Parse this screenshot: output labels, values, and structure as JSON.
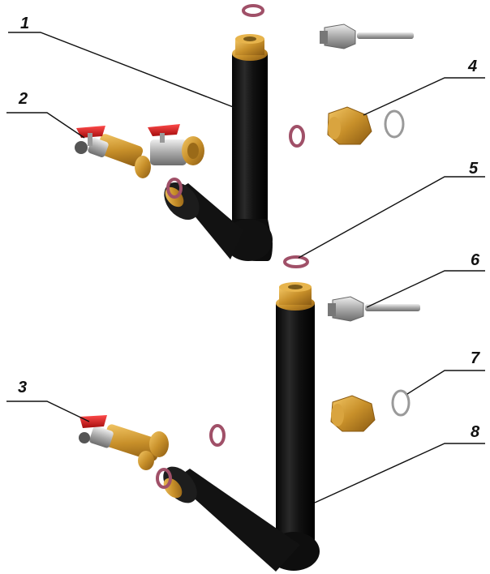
{
  "diagram": {
    "callouts": [
      {
        "id": "1",
        "text": "1"
      },
      {
        "id": "2",
        "text": "2"
      },
      {
        "id": "3",
        "text": "3"
      },
      {
        "id": "4",
        "text": "4"
      },
      {
        "id": "5",
        "text": "5"
      },
      {
        "id": "6",
        "text": "6"
      },
      {
        "id": "7",
        "text": "7"
      },
      {
        "id": "8",
        "text": "8"
      }
    ]
  },
  "colors": {
    "pipe_insulation": "#141414",
    "brass": "#c8952a",
    "valve_handle": "#cc1f1f",
    "gasket": "#a05068",
    "o_ring": "#9a9a9a",
    "steel": "#b8b8b8",
    "leader_line": "#111111"
  }
}
